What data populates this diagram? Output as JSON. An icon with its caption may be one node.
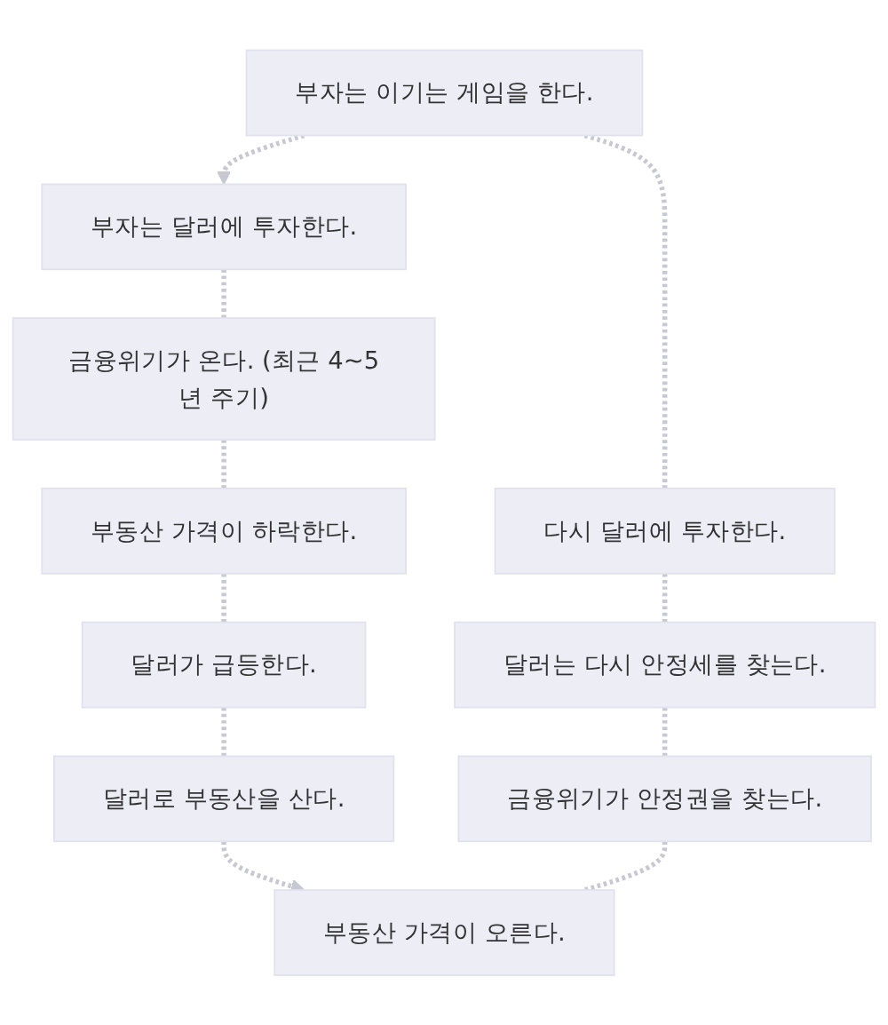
{
  "diagram": {
    "nodes": [
      {
        "text": [
          "부자는 달러에 투자한다."
        ]
      },
      {
        "text": [
          "금융위기가 온다. (최근 4~5년 주기)"
        ]
      },
      {
        "text": [
          "부동산 가격이 하락한다."
        ]
      },
      {
        "text": [
          "달러가 급등한다."
        ]
      },
      {
        "text": [
          "달러로 부동산을 산다."
        ]
      },
      {
        "text": [
          "부자는 이기는 게임을 한다."
        ]
      },
      {
        "text": [
          "다시 달러에 투자한다."
        ]
      },
      {
        "text": [
          "달러는 다시 안정세를 찾는다."
        ]
      },
      {
        "text": [
          "금융위기가 안정권을 찾는다."
        ]
      },
      {
        "text": [
          "부동산 가격이 오른다."
        ]
      }
    ],
    "edges": [
      {
        "from": 0,
        "to": 1,
        "arrow": "none",
        "style": "dashed"
      },
      {
        "from": 1,
        "to": 2,
        "arrow": "none",
        "style": "dashed"
      },
      {
        "from": 2,
        "to": 3,
        "arrow": "none",
        "style": "dashed"
      },
      {
        "from": 3,
        "to": 4,
        "arrow": "none",
        "style": "dashed"
      },
      {
        "from": 4,
        "to": 9,
        "arrow": "to",
        "style": "dashed"
      },
      {
        "from": 8,
        "to": 9,
        "arrow": "none",
        "style": "dashed"
      },
      {
        "from": 7,
        "to": 8,
        "arrow": "none",
        "style": "dashed"
      },
      {
        "from": 6,
        "to": 7,
        "arrow": "none",
        "style": "dashed"
      },
      {
        "from": 5,
        "to": 6,
        "arrow": "none",
        "style": "dashed"
      },
      {
        "from": 5,
        "to": 0,
        "arrow": "to",
        "style": "dashed"
      }
    ]
  }
}
